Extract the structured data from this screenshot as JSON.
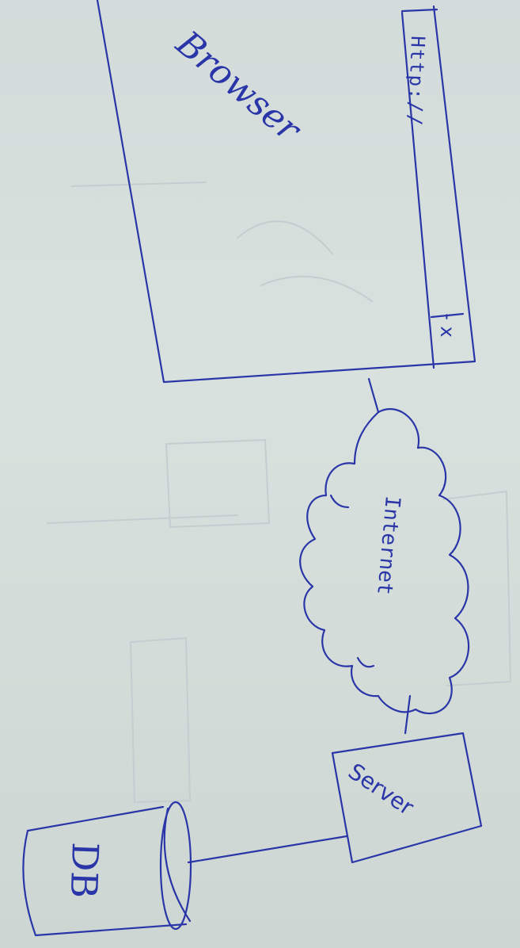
{
  "diagram": {
    "ink_color": "#2a36a8",
    "paper_color": "#d6dedb",
    "browser": {
      "label": "Browser",
      "address_text": "Http://",
      "window_controls": "- x"
    },
    "internet": {
      "label": "Internet"
    },
    "server": {
      "label": "Server"
    },
    "database": {
      "label": "DB"
    }
  }
}
